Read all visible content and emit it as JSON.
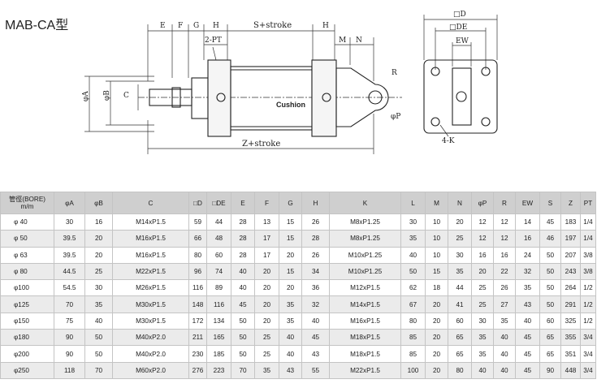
{
  "title": "MAB-CA型",
  "drawing": {
    "dim_E": "E",
    "dim_F": "F",
    "dim_G": "G",
    "dim_H": "H",
    "dim_s_stroke": "S+stroke",
    "dim_H2": "H",
    "dim_2pt": "2-PT",
    "dim_M": "M",
    "dim_N": "N",
    "dim_A": "φA",
    "dim_B": "φB",
    "dim_C": "C",
    "dim_R": "R",
    "dim_P": "φP",
    "cushion": "Cushion",
    "dim_z_stroke": "Z+stroke",
    "dim_D": "□D",
    "dim_DE": "□DE",
    "dim_EW": "EW",
    "dim_4K": "4-K"
  },
  "table": {
    "headers": [
      "管徑(BORE)\nm/m",
      "φA",
      "φB",
      "C",
      "□D",
      "□DE",
      "E",
      "F",
      "G",
      "H",
      "K",
      "L",
      "M",
      "N",
      "φP",
      "R",
      "EW",
      "S",
      "Z",
      "PT"
    ],
    "rows": [
      [
        "φ 40",
        "30",
        "16",
        "M14xP1.5",
        "59",
        "44",
        "28",
        "13",
        "15",
        "26",
        "M8xP1.25",
        "30",
        "10",
        "20",
        "12",
        "12",
        "14",
        "45",
        "183",
        "1/4"
      ],
      [
        "φ 50",
        "39.5",
        "20",
        "M16xP1.5",
        "66",
        "48",
        "28",
        "17",
        "15",
        "28",
        "M8xP1.25",
        "35",
        "10",
        "25",
        "12",
        "12",
        "16",
        "46",
        "197",
        "1/4"
      ],
      [
        "φ 63",
        "39.5",
        "20",
        "M16xP1.5",
        "80",
        "60",
        "28",
        "17",
        "20",
        "26",
        "M10xP1.25",
        "40",
        "10",
        "30",
        "16",
        "16",
        "24",
        "50",
        "207",
        "3/8"
      ],
      [
        "φ 80",
        "44.5",
        "25",
        "M22xP1.5",
        "96",
        "74",
        "40",
        "20",
        "15",
        "34",
        "M10xP1.25",
        "50",
        "15",
        "35",
        "20",
        "22",
        "32",
        "50",
        "243",
        "3/8"
      ],
      [
        "φ100",
        "54.5",
        "30",
        "M26xP1.5",
        "116",
        "89",
        "40",
        "20",
        "20",
        "36",
        "M12xP1.5",
        "62",
        "18",
        "44",
        "25",
        "26",
        "35",
        "50",
        "264",
        "1/2"
      ],
      [
        "φ125",
        "70",
        "35",
        "M30xP1.5",
        "148",
        "116",
        "45",
        "20",
        "35",
        "32",
        "M14xP1.5",
        "67",
        "20",
        "41",
        "25",
        "27",
        "43",
        "50",
        "291",
        "1/2"
      ],
      [
        "φ150",
        "75",
        "40",
        "M30xP1.5",
        "172",
        "134",
        "50",
        "20",
        "35",
        "40",
        "M16xP1.5",
        "80",
        "20",
        "60",
        "30",
        "35",
        "40",
        "60",
        "325",
        "1/2"
      ],
      [
        "φ180",
        "90",
        "50",
        "M40xP2.0",
        "211",
        "165",
        "50",
        "25",
        "40",
        "45",
        "M18xP1.5",
        "85",
        "20",
        "65",
        "35",
        "40",
        "45",
        "65",
        "355",
        "3/4"
      ],
      [
        "φ200",
        "90",
        "50",
        "M40xP2.0",
        "230",
        "185",
        "50",
        "25",
        "40",
        "43",
        "M18xP1.5",
        "85",
        "20",
        "65",
        "35",
        "40",
        "45",
        "65",
        "351",
        "3/4"
      ],
      [
        "φ250",
        "118",
        "70",
        "M60xP2.0",
        "276",
        "223",
        "70",
        "35",
        "43",
        "55",
        "M22xP1.5",
        "100",
        "20",
        "80",
        "40",
        "40",
        "45",
        "90",
        "448",
        "3/4"
      ]
    ]
  }
}
